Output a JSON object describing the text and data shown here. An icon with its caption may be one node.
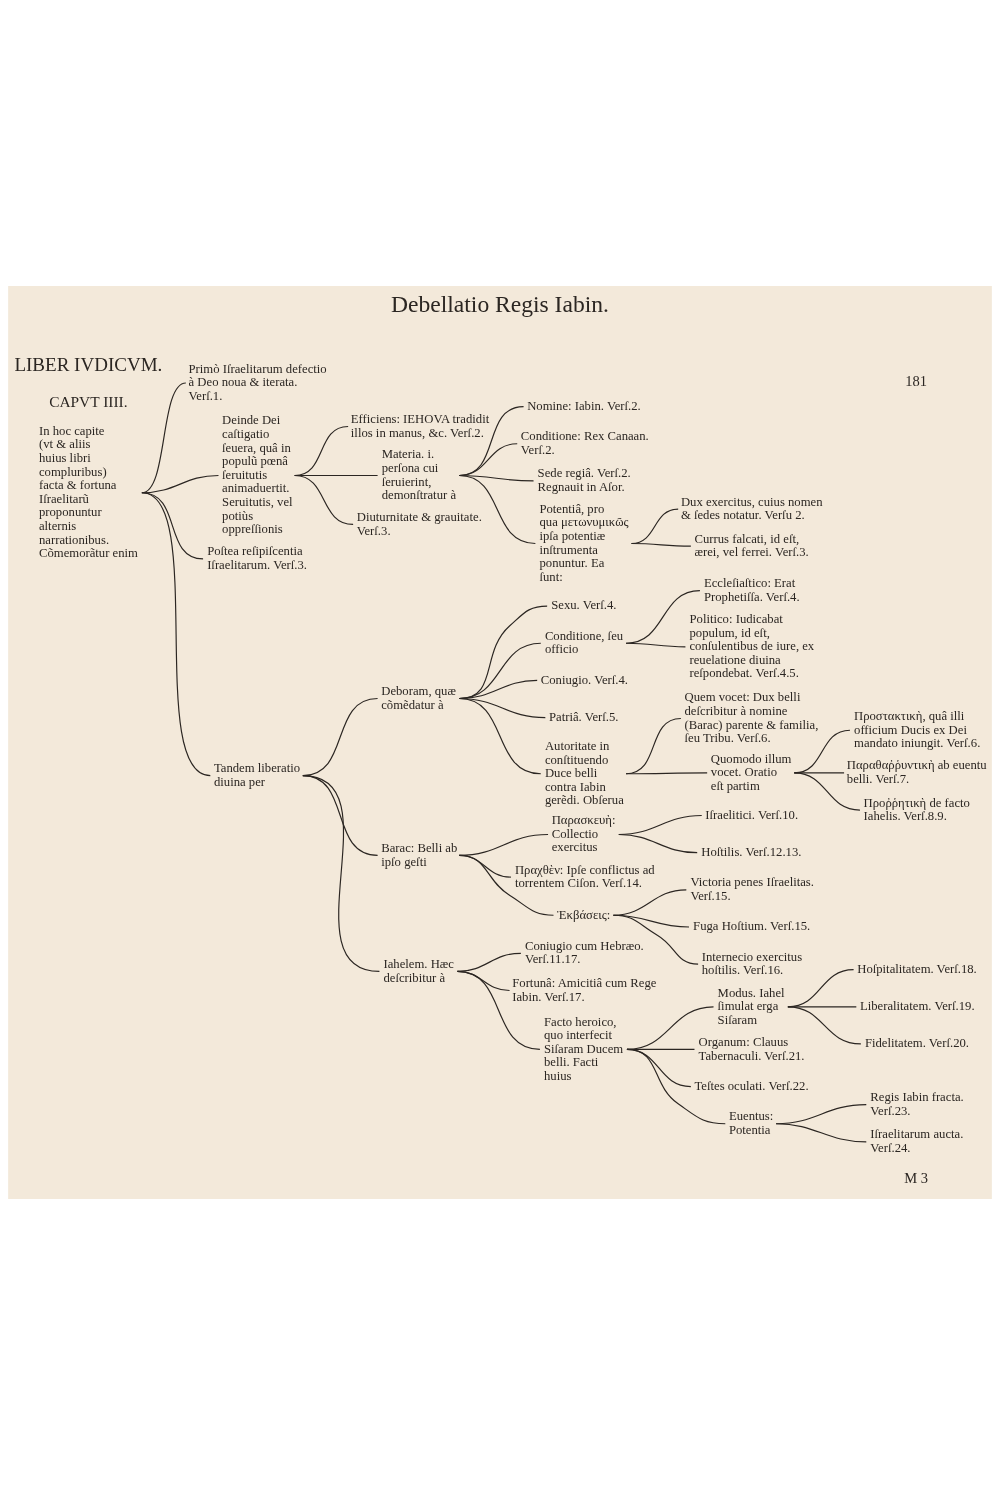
{
  "diagram": {
    "title": "Debellatio Regis Iabin.",
    "nodes": [
      {
        "text": [
          "In hoc capite (vt & aliis huius libri compluribus) facta & fortuna Iſraelitarũ proponuntur alternis narrationibus. Cõmemorãtur enim"
        ]
      },
      {
        "text": [
          "Primò Iſraelitarum defectio à Deo noua & iterata. Verſ.1."
        ]
      },
      {
        "text": [
          "Deinde Dei caſtigatio ſeuera, quâ in populũ pœnâ ſeruitutis animaduertit. Seruitutis, vel potiùs oppreſſionis"
        ]
      },
      {
        "text": [
          "Efficiens: IEHOVA tradidit illos in manus, &c. Verſ.2."
        ]
      },
      {
        "text": [
          "Materia. i. perſona cui ſeruierint, demonſtratur à"
        ]
      },
      {
        "text": [
          "Nomine: Iabin. Verſ.2."
        ]
      },
      {
        "text": [
          "Conditione: Rex Canaan. Verſ.2."
        ]
      },
      {
        "text": [
          "Sede regiâ. Verſ.2. Regnauit in Aſor."
        ]
      },
      {
        "text": [
          "Potentiâ, pro qua μετωνυμικῶς ipſa potentiæ inſtrumenta ponuntur. Ea ſunt:"
        ]
      },
      {
        "text": [
          "Dux exercitus, cuius nomen & ſedes notatur. Verſu 2."
        ]
      },
      {
        "text": [
          "Currus falcati, id eſt, ærei, vel ferrei. Verſ.3."
        ]
      },
      {
        "text": [
          "Diuturnitate & grauitate. Verſ.3."
        ]
      },
      {
        "text": [
          "Poſtea reſipiſcentia Iſraelitarum. Verſ.3."
        ]
      },
      {
        "text": [
          "Tandem liberatio diuina per"
        ]
      },
      {
        "text": [
          "Deboram, quæ cõmẽdatur à"
        ]
      },
      {
        "text": [
          "Sexu. Verſ.4."
        ]
      },
      {
        "text": [
          "Conditione, ſeu officio"
        ]
      },
      {
        "text": [
          "Eccleſiaſtico: Erat Prophetiſſa. Verſ.4."
        ]
      },
      {
        "text": [
          "Politico: Iudicabat populum, id eſt, conſulentibus de iure, ex reuelatione diuina reſpondebat. Verſ.4.5."
        ]
      },
      {
        "text": [
          "Coniugio. Verſ.4."
        ]
      },
      {
        "text": [
          "Patriâ. Verſ.5."
        ]
      },
      {
        "text": [
          "Autoritate in conſtituendo Duce belli contra Iabin gerẽdi. Obſerua"
        ]
      },
      {
        "text": [
          "Quem vocet: Dux belli deſcribitur à nomine (Barac) parente & familia, ſeu Tribu. Verſ.6."
        ]
      },
      {
        "text": [
          "Quomodo illum vocet. Oratio eſt partim"
        ]
      },
      {
        "text": [
          "Προστακτικὴ, quâ illi officium Ducis ex Dei mandato iniungit. Verſ.6."
        ]
      },
      {
        "text": [
          "Παραθαῤῥυντικὴ ab euentu belli. Verſ.7."
        ]
      },
      {
        "text": [
          "Προῤῥητικὴ de facto Iahelis. Verſ.8.9."
        ]
      },
      {
        "text": [
          "Barac: Belli ab ipſo geſti"
        ]
      },
      {
        "text": [
          "Παρασκευὴ: Collectio exercitus"
        ]
      },
      {
        "text": [
          "Iſraelitici. Verſ.10."
        ]
      },
      {
        "text": [
          "Hoſtilis. Verſ.12.13."
        ]
      },
      {
        "text": [
          "Πραχθὲν: Ipſe conflictus ad torrentem Ciſon. Verſ.14."
        ]
      },
      {
        "text": [
          "Ἐκβάσεις:"
        ]
      },
      {
        "text": [
          "Victoria penes Iſraelitas. Verſ.15."
        ]
      },
      {
        "text": [
          "Fuga Hoſtium. Verſ.15."
        ]
      },
      {
        "text": [
          "Internecio exercitus hoſtilis. Verſ.16."
        ]
      },
      {
        "text": [
          "Iahelem. Hæc deſcribitur à"
        ]
      },
      {
        "text": [
          "Coniugio cum Hebræo. Verſ.11.17."
        ]
      },
      {
        "text": [
          "Fortunâ: Amicitiâ cum Rege Iabin. Verſ.17."
        ]
      },
      {
        "text": [
          "Facto heroico, quo interfecit Siſaram Ducem belli. Facti huius"
        ]
      },
      {
        "text": [
          "Modus. Iahel ſimulat erga Siſaram"
        ]
      },
      {
        "text": [
          "Hoſpitalitatem. Verſ.18."
        ]
      },
      {
        "text": [
          "Liberalitatem. Verſ.19."
        ]
      },
      {
        "text": [
          "Fidelitatem. Verſ.20."
        ]
      },
      {
        "text": [
          "Organum: Clauus Tabernaculi. Verſ.21."
        ]
      },
      {
        "text": [
          "Teſtes oculati. Verſ.22."
        ]
      },
      {
        "text": [
          "Euentus: Potentia"
        ]
      },
      {
        "text": [
          "Regis Iabin fracta. Verſ.23."
        ]
      },
      {
        "text": [
          "Iſraelitarum aucta. Verſ.24."
        ]
      }
    ],
    "edges": [
      {
        "from": 0,
        "to": 1,
        "arrow": "none"
      },
      {
        "from": 0,
        "to": 2,
        "arrow": "none"
      },
      {
        "from": 0,
        "to": 12,
        "arrow": "none"
      },
      {
        "from": 0,
        "to": 13,
        "arrow": "none"
      },
      {
        "from": 2,
        "to": 3,
        "arrow": "none"
      },
      {
        "from": 2,
        "to": 4,
        "arrow": "none"
      },
      {
        "from": 2,
        "to": 11,
        "arrow": "none"
      },
      {
        "from": 4,
        "to": 5,
        "arrow": "none"
      },
      {
        "from": 4,
        "to": 6,
        "arrow": "none"
      },
      {
        "from": 4,
        "to": 7,
        "arrow": "none"
      },
      {
        "from": 4,
        "to": 8,
        "arrow": "none"
      },
      {
        "from": 8,
        "to": 9,
        "arrow": "none"
      },
      {
        "from": 8,
        "to": 10,
        "arrow": "none"
      },
      {
        "from": 13,
        "to": 14,
        "arrow": "none"
      },
      {
        "from": 13,
        "to": 27,
        "arrow": "none"
      },
      {
        "from": 13,
        "to": 36,
        "arrow": "none"
      },
      {
        "from": 14,
        "to": 15,
        "arrow": "none"
      },
      {
        "from": 14,
        "to": 16,
        "arrow": "none"
      },
      {
        "from": 14,
        "to": 19,
        "arrow": "none"
      },
      {
        "from": 14,
        "to": 20,
        "arrow": "none"
      },
      {
        "from": 14,
        "to": 21,
        "arrow": "none"
      },
      {
        "from": 16,
        "to": 17,
        "arrow": "none"
      },
      {
        "from": 16,
        "to": 18,
        "arrow": "none"
      },
      {
        "from": 21,
        "to": 22,
        "arrow": "none"
      },
      {
        "from": 21,
        "to": 23,
        "arrow": "none"
      },
      {
        "from": 23,
        "to": 24,
        "arrow": "none"
      },
      {
        "from": 23,
        "to": 25,
        "arrow": "none"
      },
      {
        "from": 23,
        "to": 26,
        "arrow": "none"
      },
      {
        "from": 27,
        "to": 28,
        "arrow": "none"
      },
      {
        "from": 27,
        "to": 31,
        "arrow": "none"
      },
      {
        "from": 27,
        "to": 32,
        "arrow": "none"
      },
      {
        "from": 28,
        "to": 29,
        "arrow": "none"
      },
      {
        "from": 28,
        "to": 30,
        "arrow": "none"
      },
      {
        "from": 32,
        "to": 33,
        "arrow": "none"
      },
      {
        "from": 32,
        "to": 34,
        "arrow": "none"
      },
      {
        "from": 32,
        "to": 35,
        "arrow": "none"
      },
      {
        "from": 36,
        "to": 37,
        "arrow": "none"
      },
      {
        "from": 36,
        "to": 38,
        "arrow": "none"
      },
      {
        "from": 36,
        "to": 39,
        "arrow": "none"
      },
      {
        "from": 39,
        "to": 40,
        "arrow": "none"
      },
      {
        "from": 39,
        "to": 44,
        "arrow": "none"
      },
      {
        "from": 39,
        "to": 45,
        "arrow": "none"
      },
      {
        "from": 39,
        "to": 46,
        "arrow": "none"
      },
      {
        "from": 40,
        "to": 41,
        "arrow": "none"
      },
      {
        "from": 40,
        "to": 42,
        "arrow": "none"
      },
      {
        "from": 40,
        "to": 43,
        "arrow": "none"
      },
      {
        "from": 46,
        "to": 47,
        "arrow": "none"
      },
      {
        "from": 46,
        "to": 48,
        "arrow": "none"
      }
    ],
    "labels": [
      "LIBER IVDICVM.",
      "181",
      "CAPVT IIII.",
      "M 3"
    ]
  }
}
